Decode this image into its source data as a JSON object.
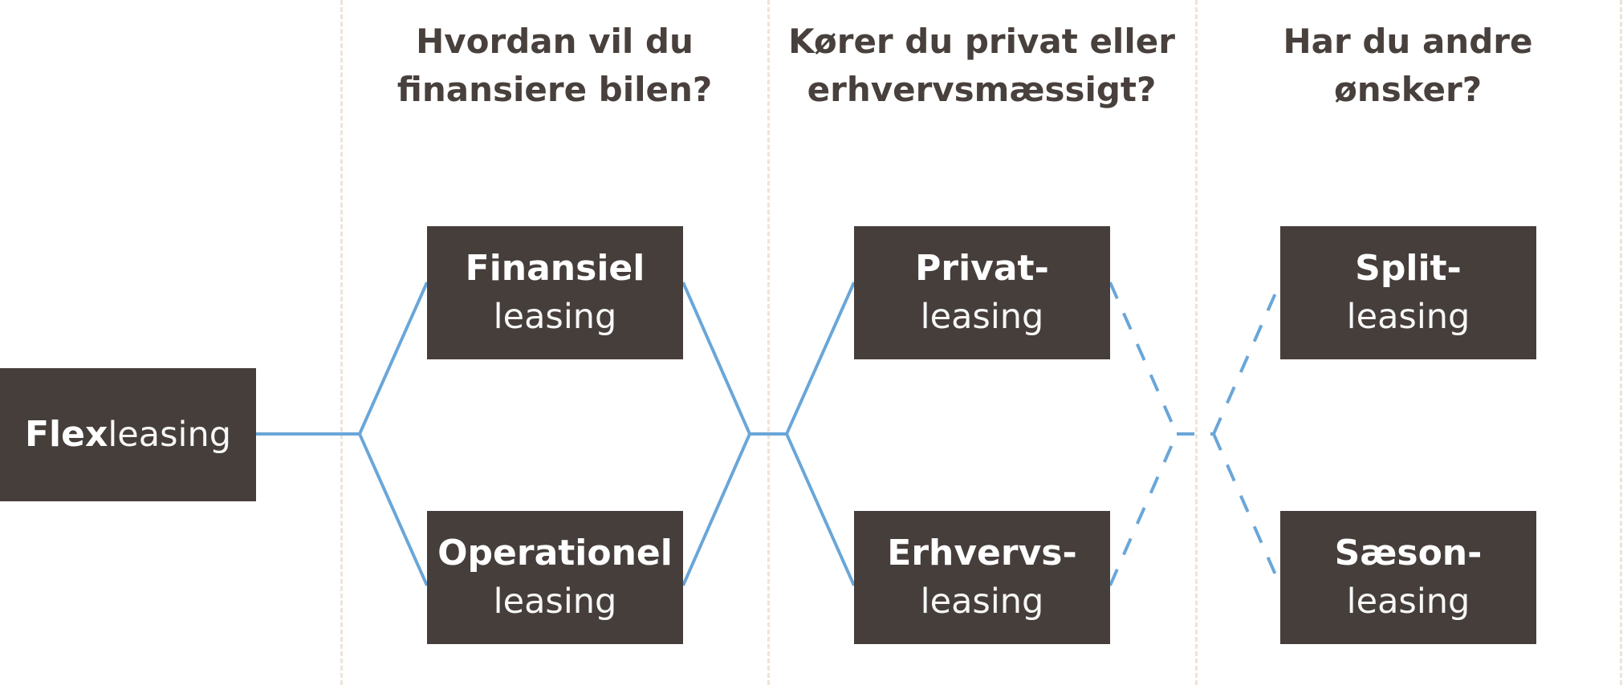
{
  "columns": [
    {
      "question": [
        "Hvordan vil du",
        "finansiere bilen?"
      ]
    },
    {
      "question": [
        "Kører du privat eller",
        "erhvervsmæssigt?"
      ]
    },
    {
      "question": [
        "Har du andre",
        "ønsker?"
      ]
    }
  ],
  "root": {
    "bold": "Flex",
    "light": "leasing"
  },
  "nodes": {
    "finansiel": {
      "bold": "Finansiel",
      "light": "leasing"
    },
    "operationel": {
      "bold": "Operationel",
      "light": "leasing"
    },
    "privat": {
      "bold": "Privat-",
      "light": "leasing"
    },
    "erhvervs": {
      "bold": "Erhvervs-",
      "light": "leasing"
    },
    "split": {
      "bold": "Split-",
      "light": "leasing"
    },
    "saeson": {
      "bold": "Sæson-",
      "light": "leasing"
    }
  },
  "colors": {
    "box": "#463e3b",
    "text": "#ffffff",
    "question": "#48403c",
    "connector": "#6aa6d8",
    "divider": "#efe3d8"
  }
}
